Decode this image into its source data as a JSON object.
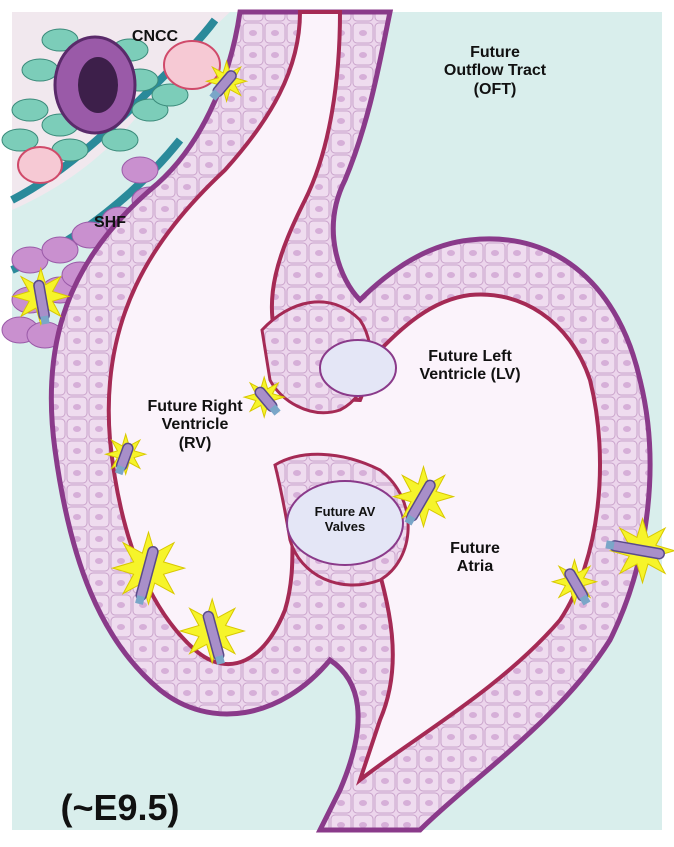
{
  "labels": {
    "cncc": "CNCC",
    "shf": "SHF",
    "oft": "Future\nOutflow Tract\n(OFT)",
    "lv": "Future Left\nVentricle (LV)",
    "rv": "Future Right\nVentricle\n(RV)",
    "av": "Future AV\nValves",
    "atria": "Future\nAtria",
    "stage": "(~E9.5)"
  },
  "colors": {
    "background": "#d9eeec",
    "wall_fill": "#ead3ea",
    "wall_stroke": "#8a3a8a",
    "endocardium": "#a52a55",
    "lumen": "#fbf3fb",
    "cushion": "#e4e6f6",
    "cilia_glow": "#f6f42a",
    "cilia_body": "#a88fc9",
    "cncc_cell": "#7ccdb9",
    "shf_cell": "#c990cf",
    "vessel": "#2a8a9a"
  },
  "icons": {
    "cilium": "primary-cilium-icon",
    "burst": "glow-burst-icon"
  }
}
